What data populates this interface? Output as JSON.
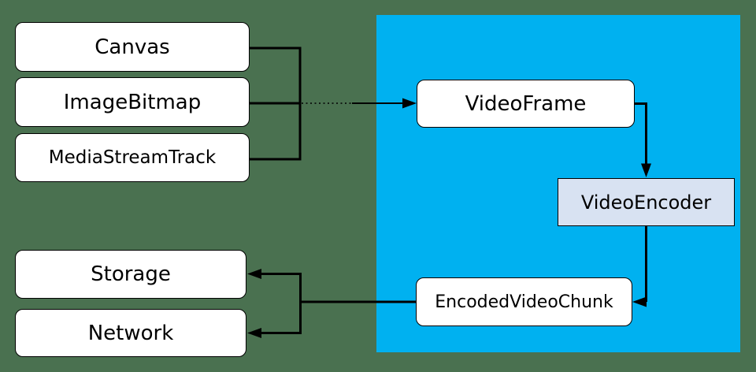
{
  "diagram": {
    "colors": {
      "page_background": "#4A7150",
      "pipeline_region": "#00B1F0",
      "node_fill": "#FFFFFF",
      "encoder_node_fill": "#D8E2F2",
      "connector": "#000000",
      "text": "#000000"
    },
    "nodes": {
      "canvas": {
        "label": "Canvas"
      },
      "image_bitmap": {
        "label": "ImageBitmap"
      },
      "media_stream_track": {
        "label": "MediaStreamTrack"
      },
      "video_frame": {
        "label": "VideoFrame"
      },
      "video_encoder": {
        "label": "VideoEncoder"
      },
      "encoded_video_chunk": {
        "label": "EncodedVideoChunk"
      },
      "storage": {
        "label": "Storage"
      },
      "network": {
        "label": "Network"
      }
    },
    "edges": [
      {
        "from": "canvas",
        "to": "video_frame"
      },
      {
        "from": "image_bitmap",
        "to": "video_frame"
      },
      {
        "from": "media_stream_track",
        "to": "video_frame"
      },
      {
        "from": "video_frame",
        "to": "video_encoder"
      },
      {
        "from": "video_encoder",
        "to": "encoded_video_chunk"
      },
      {
        "from": "encoded_video_chunk",
        "to": "storage"
      },
      {
        "from": "encoded_video_chunk",
        "to": "network"
      }
    ]
  }
}
